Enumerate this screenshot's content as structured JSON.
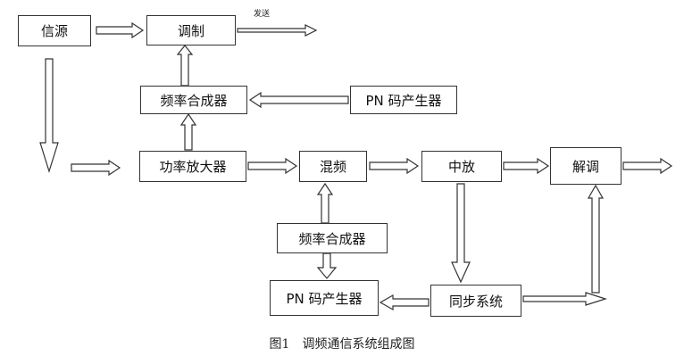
{
  "diagram": {
    "blocks": {
      "source": "信源",
      "modulate": "调制",
      "freq_synth_top": "频率合成器",
      "pn_gen_top": "PN 码产生器",
      "power_amp": "功率放大器",
      "mixer": "混频",
      "if_amp": "中放",
      "demodulate": "解调",
      "freq_synth_bottom": "频率合成器",
      "pn_gen_bottom": "PN 码产生器",
      "sync_system": "同步系统"
    },
    "send_label": "发送",
    "caption": "图1　调频通信系统组成图"
  }
}
